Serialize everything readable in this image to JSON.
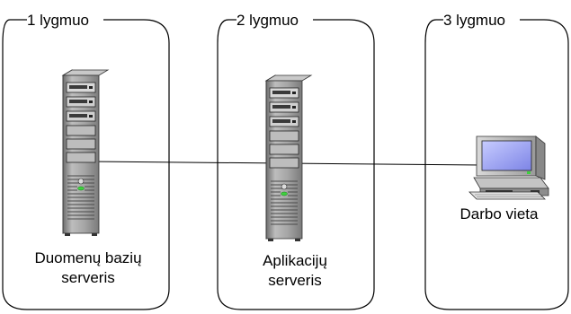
{
  "tiers": [
    {
      "label": "1 lygmuo"
    },
    {
      "label": "2 lygmuo"
    },
    {
      "label": "3 lygmuo"
    }
  ],
  "nodes": {
    "db_server": {
      "icon": "server-tower-icon",
      "label_lines": [
        "Duomenų bazių",
        "serveris"
      ]
    },
    "app_server": {
      "icon": "server-tower-icon",
      "label_lines": [
        "Aplikacijų",
        "serveris"
      ]
    },
    "workstation": {
      "icon": "desktop-computer-icon",
      "label_lines": [
        "Darbo vieta"
      ]
    }
  },
  "colors": {
    "line": "#000000",
    "server_case": "#9a9a9a",
    "screen": "#9ea4f2",
    "led": "#3fd13f"
  }
}
